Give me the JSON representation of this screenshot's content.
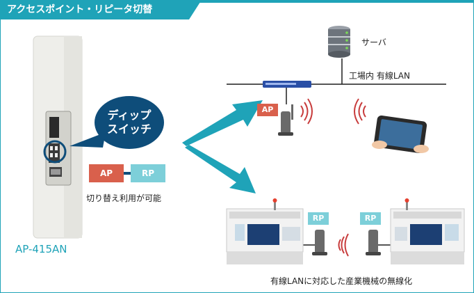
{
  "title": "アクセスポイント・リピータ切替",
  "device": {
    "model": "AP-415AN"
  },
  "callout": {
    "line1": "ディップ",
    "line2": "スイッチ"
  },
  "switch_toggle": {
    "left": "AP",
    "right": "RP",
    "caption": "切り替え利用が可能"
  },
  "network": {
    "server_label": "サーバ",
    "lan_label": "工場内 有線LAN",
    "ap_badge": "AP",
    "rp_badge_left": "RP",
    "rp_badge_right": "RP",
    "bottom_caption": "有線LANに対応した産業機械の無線化"
  },
  "colors": {
    "accent": "#1fa3b8",
    "ap": "#d9604c",
    "rp": "#7dcfd9",
    "wave": "#c83c3c",
    "callout": "#0e4d7a"
  }
}
